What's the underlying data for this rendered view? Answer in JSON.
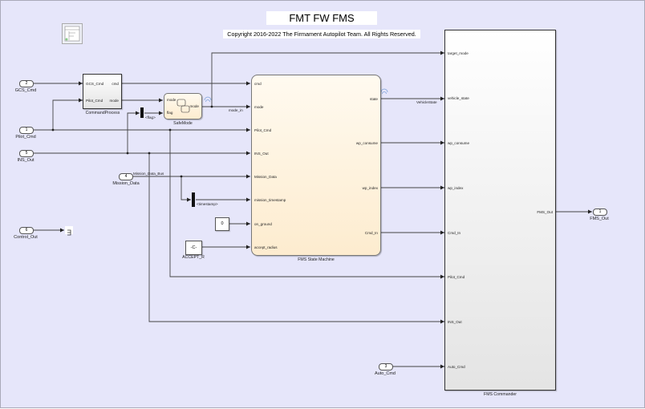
{
  "diagram": {
    "title": "FMT FW FMS",
    "copyright": "Copyright 2016-2022 The Firmament Autopilot Team. All Rights Reserved."
  },
  "inports": [
    {
      "number": "2",
      "name": "GCS_Cmd"
    },
    {
      "number": "1",
      "name": "Pilot_Cmd"
    },
    {
      "number": "5",
      "name": "INS_Out"
    },
    {
      "number": "4",
      "name": "Mission_Data"
    },
    {
      "number": "6",
      "name": "Control_Out"
    },
    {
      "number": "3",
      "name": "Auto_Cmd"
    }
  ],
  "outports": [
    {
      "number": "1",
      "name": "FMS_Out"
    }
  ],
  "blocks": {
    "command_process": {
      "name": "CommandProcess",
      "inputs": [
        "GCS_Cmd",
        "Pilot_Cmd"
      ],
      "outputs": [
        "cmd",
        "mode"
      ]
    },
    "safe_mode": {
      "name": "SafeMode",
      "inputs": [
        "mode",
        "flag"
      ],
      "outputs": [
        "mode"
      ]
    },
    "state_machine": {
      "name": "FMS State Machine",
      "inputs": [
        "cmd",
        "mode",
        "Pilot_Cmd",
        "INS_Out",
        "Mission_Data",
        "mission_timestamp",
        "on_ground",
        "accept_radius"
      ],
      "outputs": [
        "state",
        "wp_consume",
        "wp_index",
        "Cmd_In"
      ]
    },
    "commander": {
      "name": "FMS Commander",
      "inputs": [
        "target_mode",
        "vehicle_state",
        "wp_consume",
        "wp_index",
        "Cmd_In",
        "Pilot_Cmd",
        "INS_Out",
        "Auto_Cmd"
      ],
      "outputs": [
        "FMS_Out"
      ]
    },
    "constant_zero": {
      "value": "0"
    },
    "accept_r": {
      "value": "-C-",
      "name": "ACCEPT_R"
    },
    "flag_selector": {
      "label": "<flag>"
    },
    "timestamp_selector": {
      "label": "<timestamp>"
    }
  },
  "signals": {
    "mode_in": "mode_in",
    "vehicle_state": "VehicleState",
    "mission_data_bus": "Mission_Data_Bus"
  }
}
